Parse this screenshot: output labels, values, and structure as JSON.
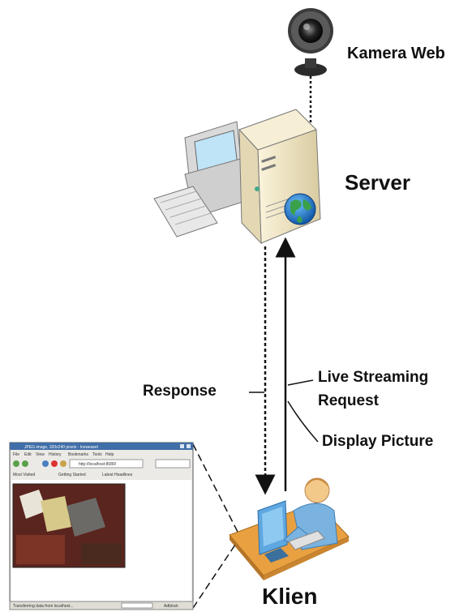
{
  "labels": {
    "camera": "Kamera Web",
    "server": "Server",
    "response": "Response",
    "live_streaming_line1": "Live Streaming",
    "live_streaming_line2": "Request",
    "display_picture": "Display Picture",
    "client": "Klien"
  },
  "browser": {
    "window_title": "JPEG image, 320x240 pixels - Iceweasel",
    "menu": [
      "File",
      "Edit",
      "View",
      "History",
      "Bookmarks",
      "Tools",
      "Help"
    ],
    "address": "http://localhost:8080/",
    "bookmarks": [
      "Most Visited",
      "Getting Started",
      "Latest Headlines"
    ],
    "status": "Transferring data from localhost...",
    "status_right": "Adblock"
  },
  "colors": {
    "arrow": "#111111",
    "server_case": "#efe6c8",
    "desk": "#e8a040",
    "person": "#7ab3e0"
  },
  "icons": [
    "webcam-icon",
    "server-computer-icon",
    "globe-icon",
    "client-workstation-icon",
    "browser-window"
  ]
}
